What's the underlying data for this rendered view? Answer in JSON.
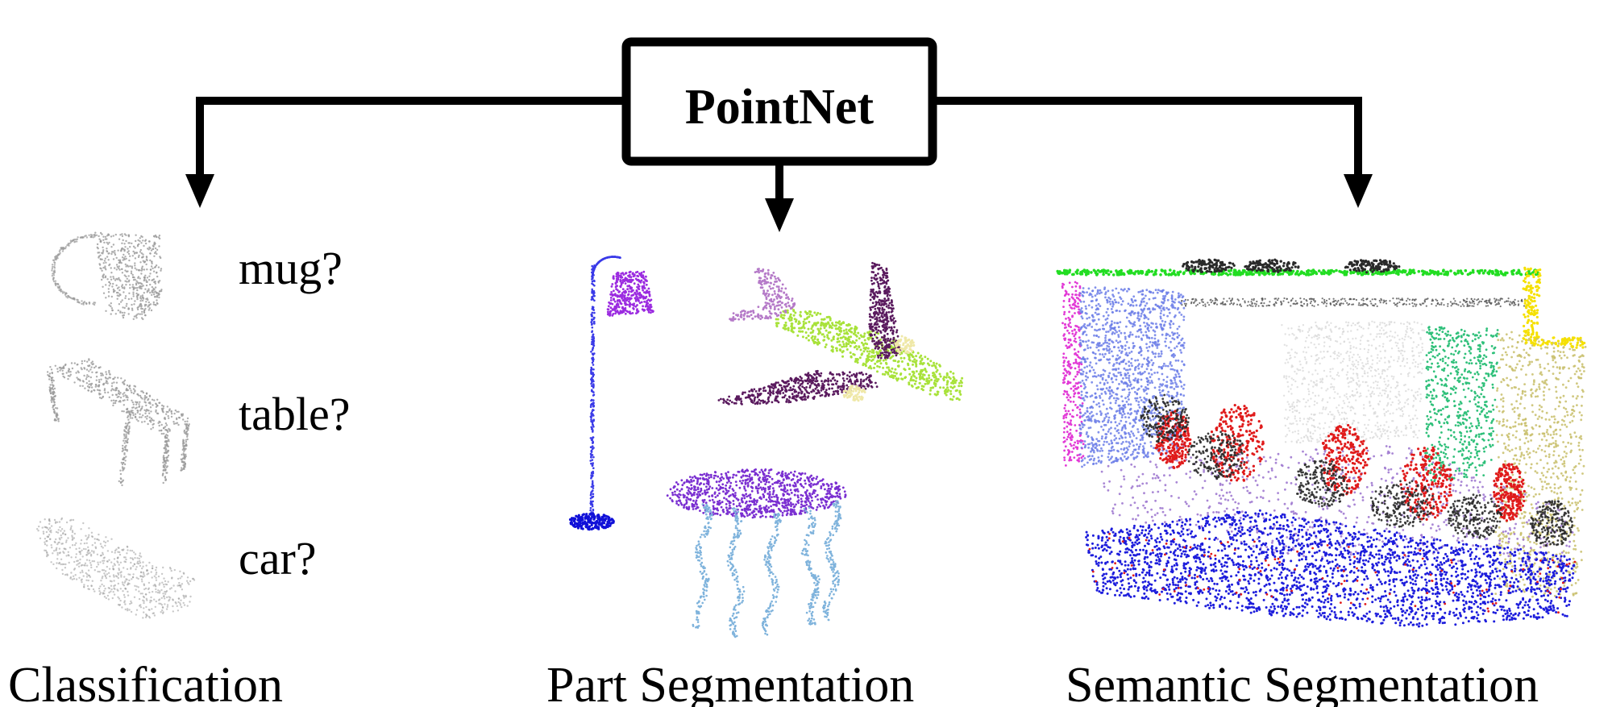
{
  "root": {
    "label": "PointNet"
  },
  "tasks": {
    "classification": {
      "caption": "Classification",
      "questions": [
        "mug?",
        "table?",
        "car?"
      ]
    },
    "part_segmentation": {
      "caption": "Part Segmentation"
    },
    "semantic_segmentation": {
      "caption": "Semantic Segmentation"
    }
  },
  "colors": {
    "edge": "#000000",
    "gray_points": "#9a9a9a",
    "lamp_shade": "#9b2be0",
    "lamp_pole": "#3b3be8",
    "plane_body": "#a8e23a",
    "plane_wing": "#5a1a5e",
    "plane_tail": "#b57ac8",
    "table_top": "#7a2fd1",
    "table_legs": "#7fb3dc",
    "room_floor": "#1d1ddc",
    "room_wall_left": "#6c7ee8",
    "room_wall_right": "#c8be6a",
    "room_ceiling_edge": "#22dd22",
    "room_magenta": "#e23ad6",
    "room_green_board": "#2fc07a",
    "room_white_board": "#d9d9d9",
    "room_chairs": "#e01b1b",
    "room_tables": "#a07ad0",
    "room_yellow": "#f5e000",
    "room_dark": "#2a2a2a"
  }
}
